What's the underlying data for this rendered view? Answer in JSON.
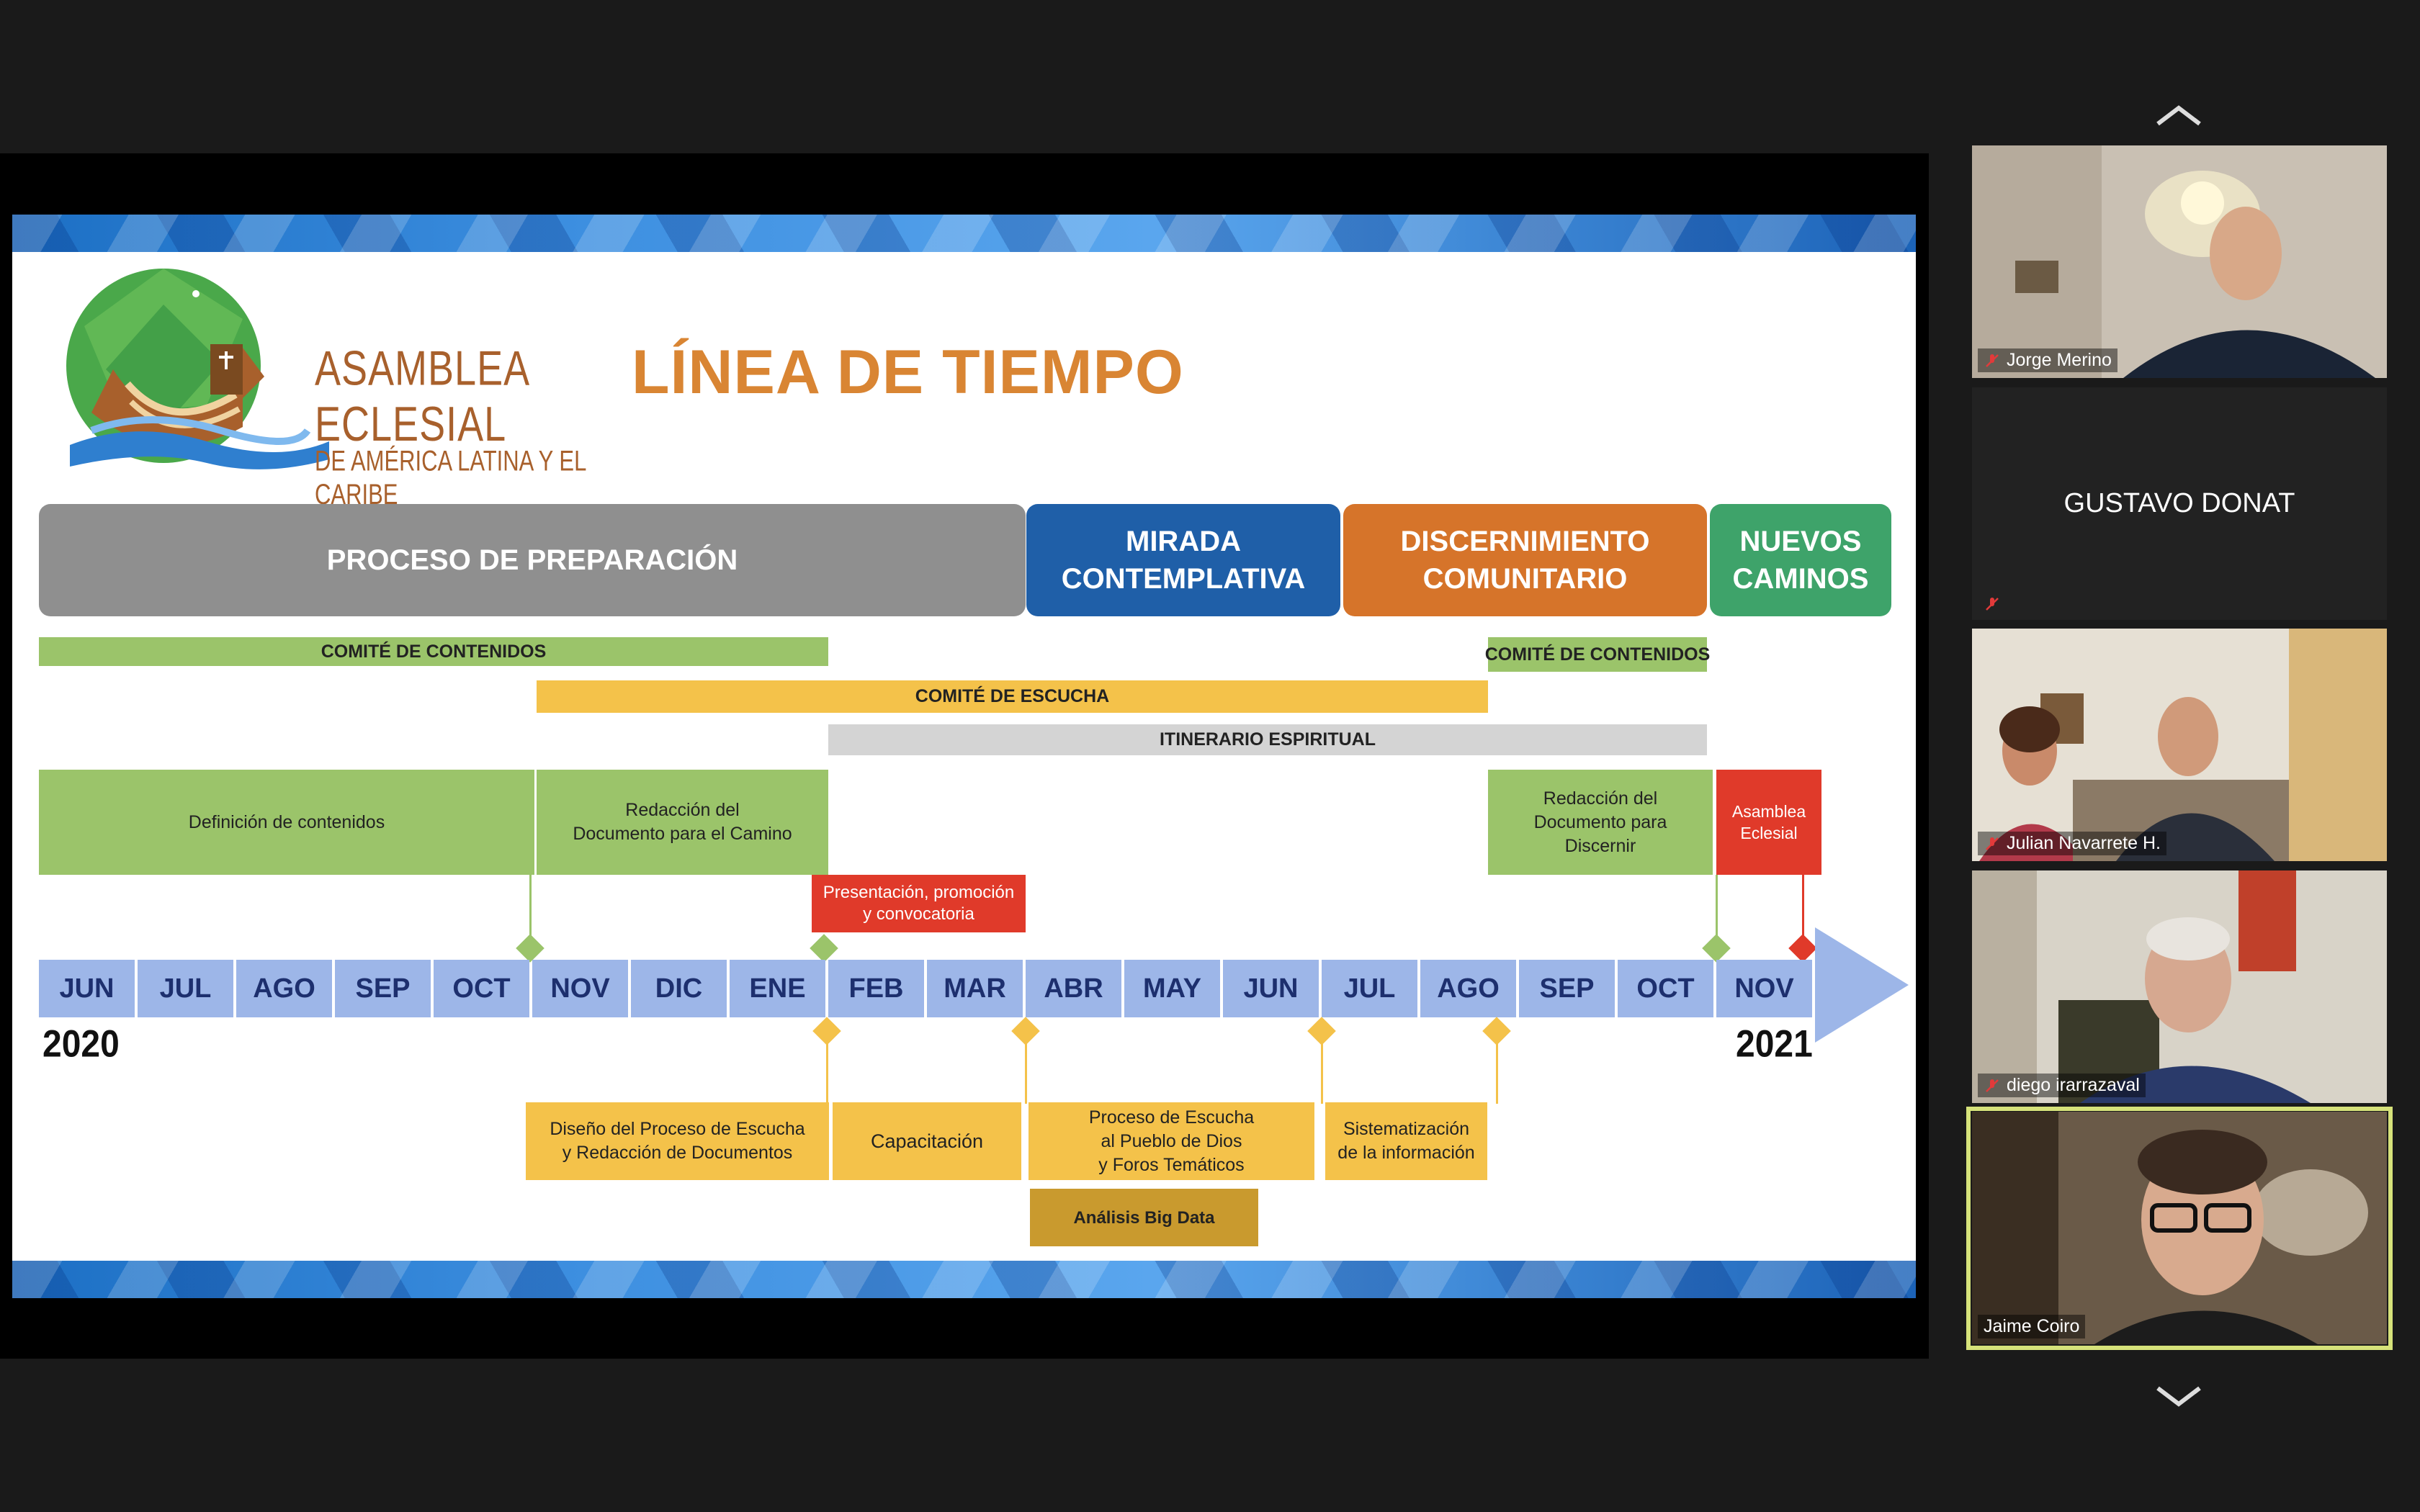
{
  "slide": {
    "logo_line1": "ASAMBLEA ECLESIAL",
    "logo_line2": "DE AMÉRICA LATINA Y EL CARIBE",
    "title": "LÍNEA DE TIEMPO",
    "phases": {
      "prep": "PROCESO DE PREPARACIÓN",
      "mirada_1": "MIRADA",
      "mirada_2": "CONTEMPLATIVA",
      "disc_1": "DISCERNIMIENTO",
      "disc_2": "COMUNITARIO",
      "nuevos_1": "NUEVOS",
      "nuevos_2": "CAMINOS"
    },
    "bars": {
      "comite1": "COMITÉ DE CONTENIDOS",
      "comite2": "COMITÉ DE CONTENIDOS",
      "escucha": "COMITÉ DE ESCUCHA",
      "itinerario": "ITINERARIO ESPIRITUAL"
    },
    "boxes": {
      "definicion": "Definición de contenidos",
      "redaccion1_a": "Redacción del",
      "redaccion1_b": "Documento para el Camino",
      "presentacion_a": "Presentación, promoción",
      "presentacion_b": "y convocatoria",
      "redaccion2_a": "Redacción del",
      "redaccion2_b": "Documento para",
      "redaccion2_c": "Discernir",
      "asamblea_a": "Asamblea",
      "asamblea_b": "Eclesial",
      "diseno_a": "Diseño del Proceso de Escucha",
      "diseno_b": "y Redacción de Documentos",
      "capacitacion": "Capacitación",
      "escucha_a": "Proceso de Escucha",
      "escucha_b": "al Pueblo de Dios",
      "escucha_c": "y Foros Temáticos",
      "sistem_a": "Sistematización",
      "sistem_b": "de la información",
      "bigdata": "Análisis Big Data"
    },
    "months": [
      "JUN",
      "JUL",
      "AGO",
      "SEP",
      "OCT",
      "NOV",
      "DIC",
      "ENE",
      "FEB",
      "MAR",
      "ABR",
      "MAY",
      "JUN",
      "JUL",
      "AGO",
      "SEP",
      "OCT",
      "NOV"
    ],
    "year_start": "2020",
    "year_end": "2021",
    "colors": {
      "green": "#9bc46a",
      "yellow": "#f4c24a",
      "red": "#e03a2a",
      "month_blue": "#9db6e8"
    }
  },
  "slide_tools": [
    "back-arrow-icon",
    "pen-icon",
    "menu-icon",
    "forward-arrow-icon"
  ],
  "participants": [
    {
      "name": "Jorge Merino",
      "muted": true
    },
    {
      "name": "GUSTAVO DONAT",
      "muted": true
    },
    {
      "name": "Julian Navarrete H.",
      "muted": true
    },
    {
      "name": "diego irarrazaval",
      "muted": true
    },
    {
      "name": "Jaime Coiro",
      "muted": false,
      "active_speaker": true
    }
  ]
}
